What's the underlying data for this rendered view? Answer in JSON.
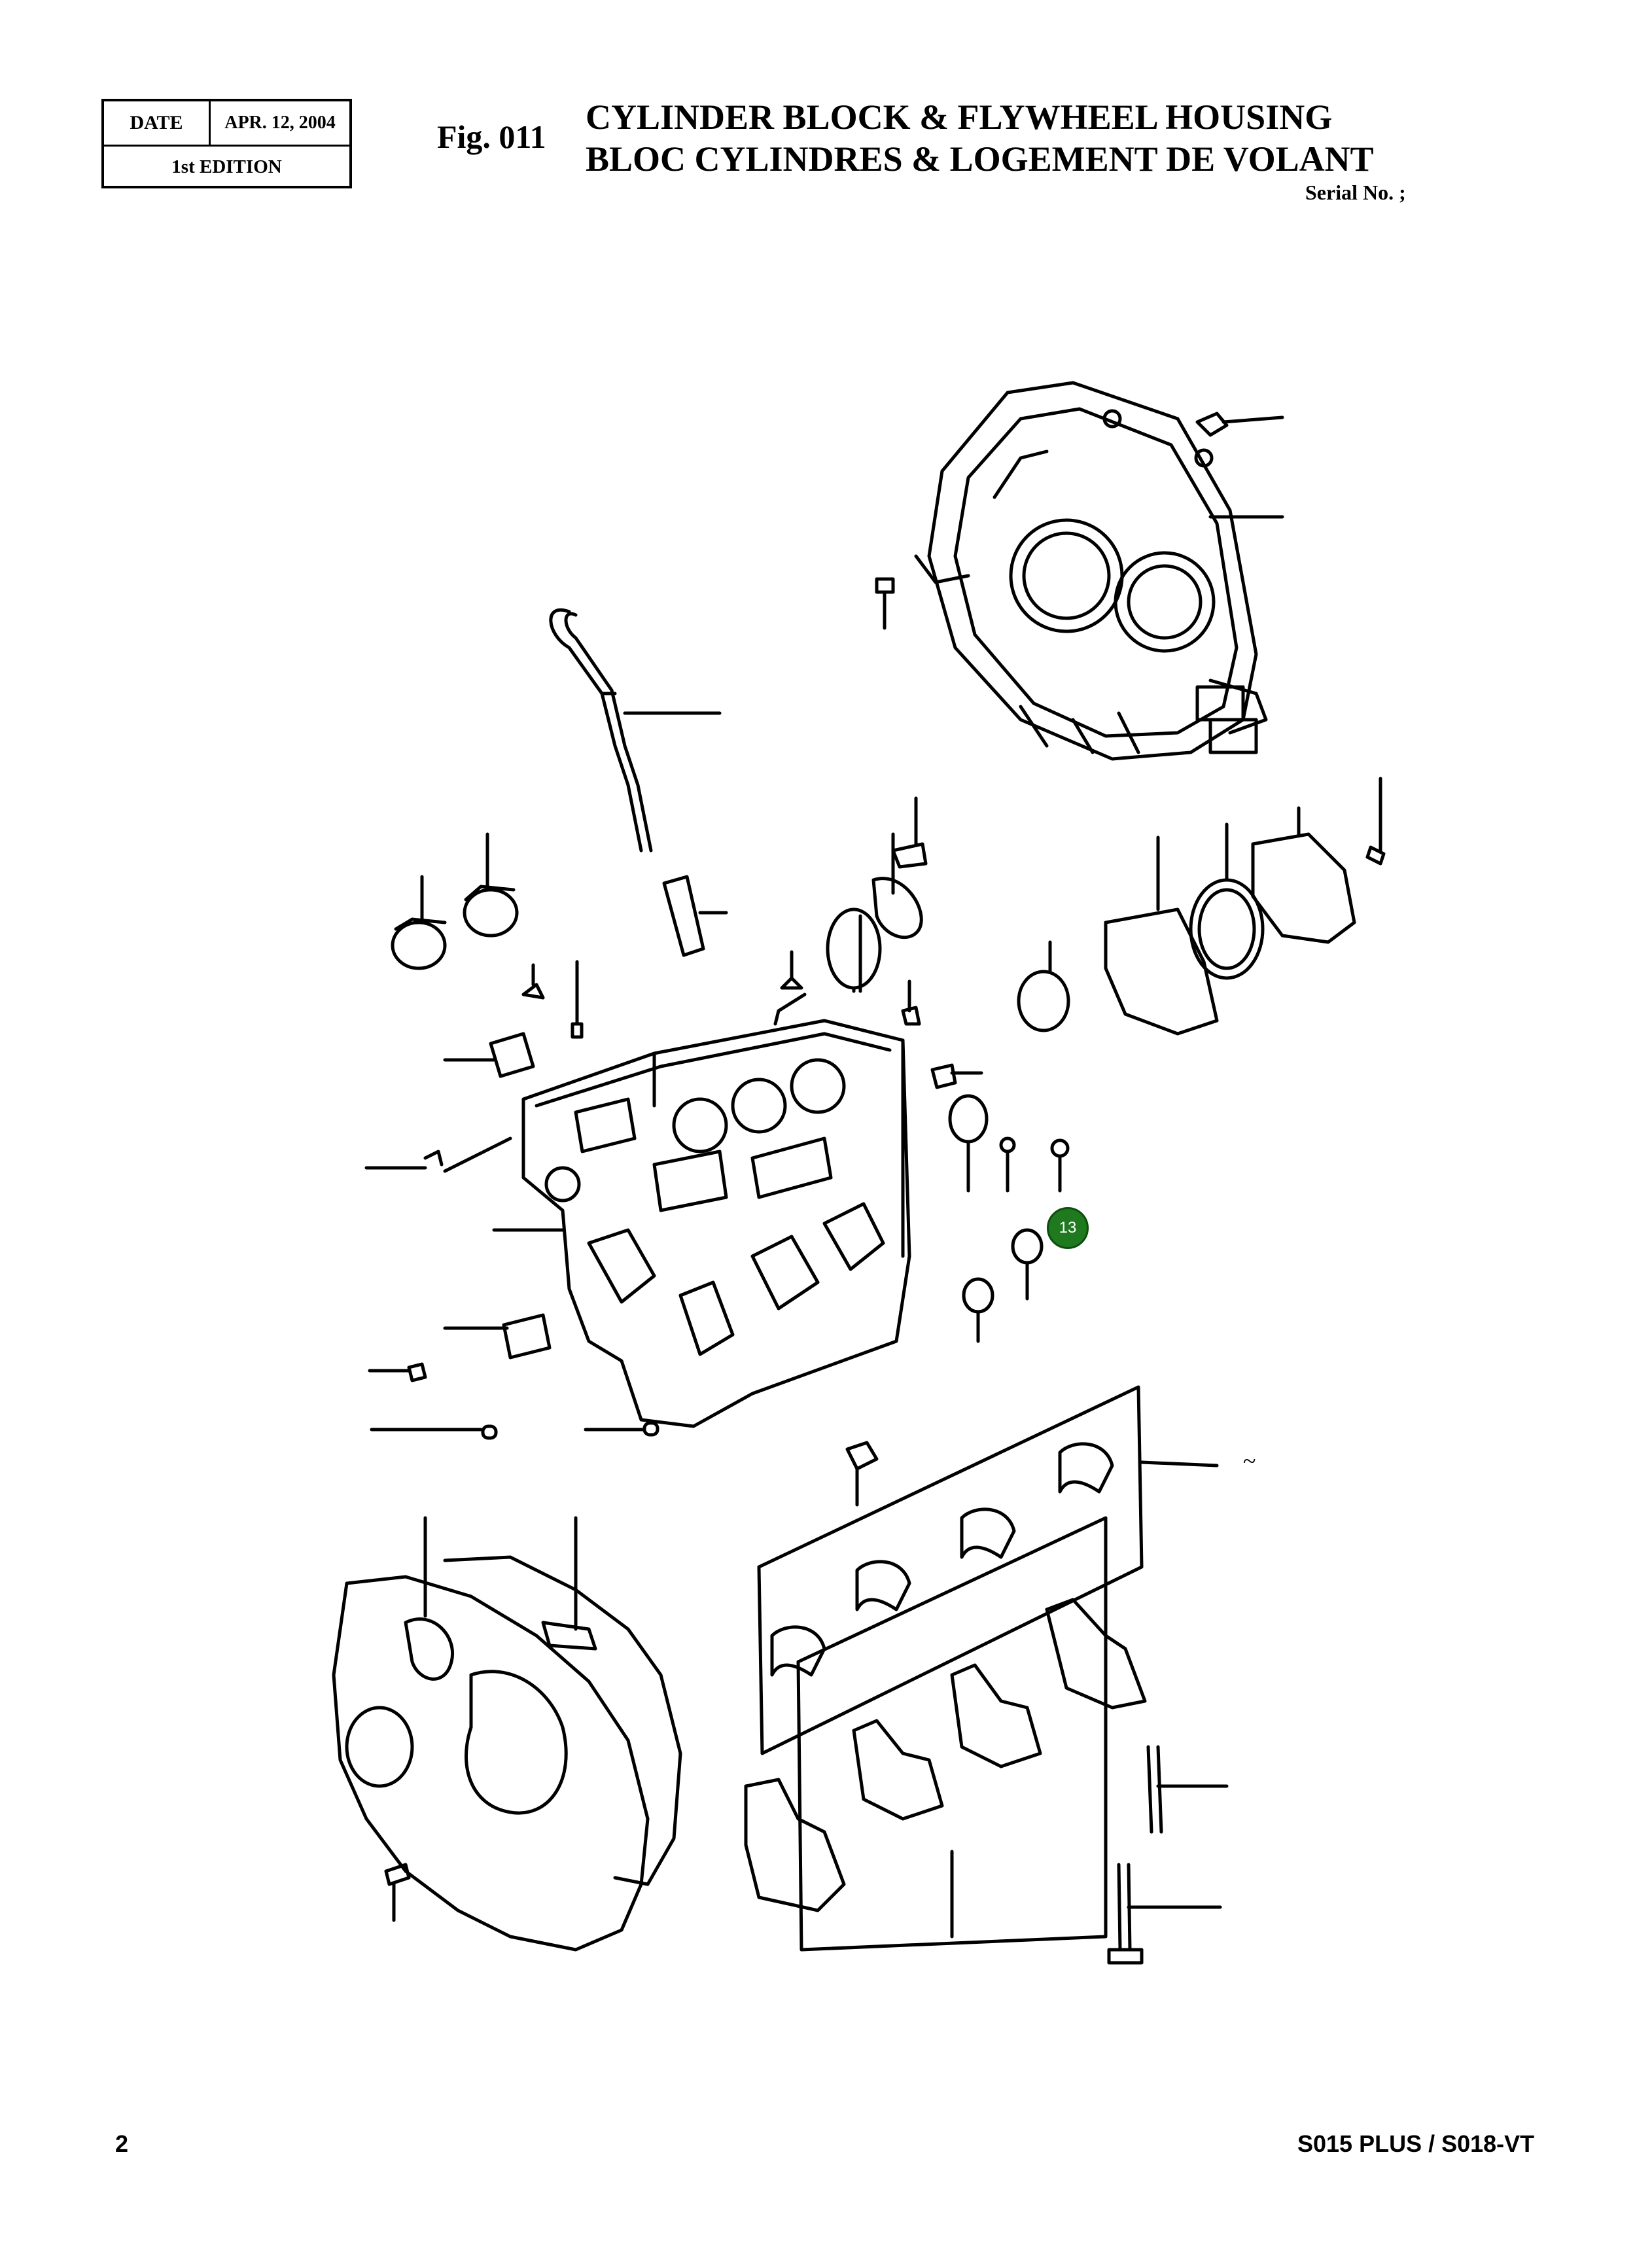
{
  "header": {
    "date_label": "DATE",
    "date_value": "APR. 12, 2004",
    "edition": "1st EDITION",
    "fig": "Fig. 011",
    "title_en": "CYLINDER BLOCK & FLYWHEEL HOUSING",
    "title_fr": "BLOC CYLINDRES & LOGEMENT DE VOLANT",
    "serial": "Serial No. ;"
  },
  "callouts": [
    {
      "number": "13",
      "color": "#1f7a1f"
    }
  ],
  "annotation": "~",
  "footer": {
    "page": "2",
    "model": "S015 PLUS / S018-VT"
  }
}
